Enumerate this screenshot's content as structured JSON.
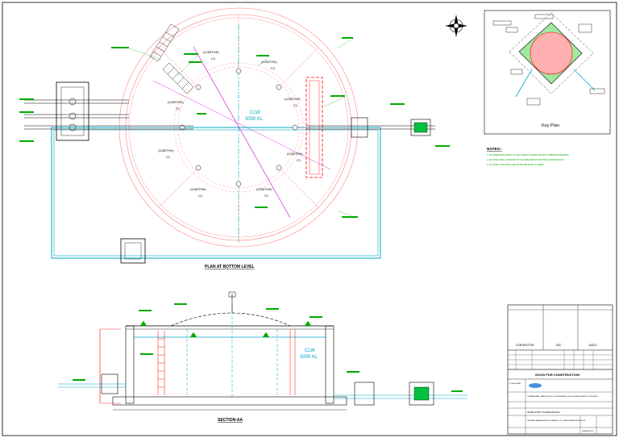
{
  "titles": {
    "plan": "PLAN AT BOTTOM LEVEL",
    "section": "SECTION-AA",
    "key_plan": "Key Plan",
    "notes_heading": "NOTES:-"
  },
  "notes": [
    "1. ALL DIMENSIONS ARE IN mm AND LEVELS IN METER UNLESS OTHERWISE SPECIFIED",
    "2. ALL STEEL SHALL CONFORM TO IS AS SPECIFIED IN TECHNICAL SPECIFICATION",
    "3. ALL WORK TO BE EXECUTED AS PER RELEVANT IS CODES"
  ],
  "plan": {
    "centre_label": [
      "CLW",
      "3000 KL"
    ],
    "columns": [
      "(1250THK)",
      "(1250THK)",
      "(1250THK)",
      "(1250THK)",
      "(1250THK)",
      "(1250THK)",
      "(1250THK)",
      "(1250THK)"
    ],
    "column_tags": [
      "C1",
      "C1",
      "C1",
      "C1",
      "C1",
      "C1",
      "C1",
      "C1"
    ]
  },
  "section": {
    "tank_label": [
      "CLW",
      "3000 KL"
    ]
  },
  "title_block": {
    "sign_boxes": [
      "CONTRACTOR",
      "DSC",
      "JUSCO"
    ],
    "issue": "GOOD FOR CONSTRUCTION",
    "consultant": "CONSULTANT",
    "client": "UTTARAKHAND WATER SUPPLY & SEWERAGE DEVELOPMENT AGENCY (UWSSDA)",
    "project": "WATER SUPPLY SCHEME PROJECT",
    "drawing_title": "GENERAL ARRANGEMENT DRAWING OF CLEAR WATER RESERVOIR",
    "drawing_no": "DRAWING NO."
  },
  "colors": {
    "cad_red": "#ff0000",
    "cad_green": "#00aa00",
    "cad_cyan": "#00a8c8",
    "cad_magenta": "#d000d0",
    "cad_pink": "#ff8080"
  },
  "icons": [
    "north-arrow-icon"
  ]
}
